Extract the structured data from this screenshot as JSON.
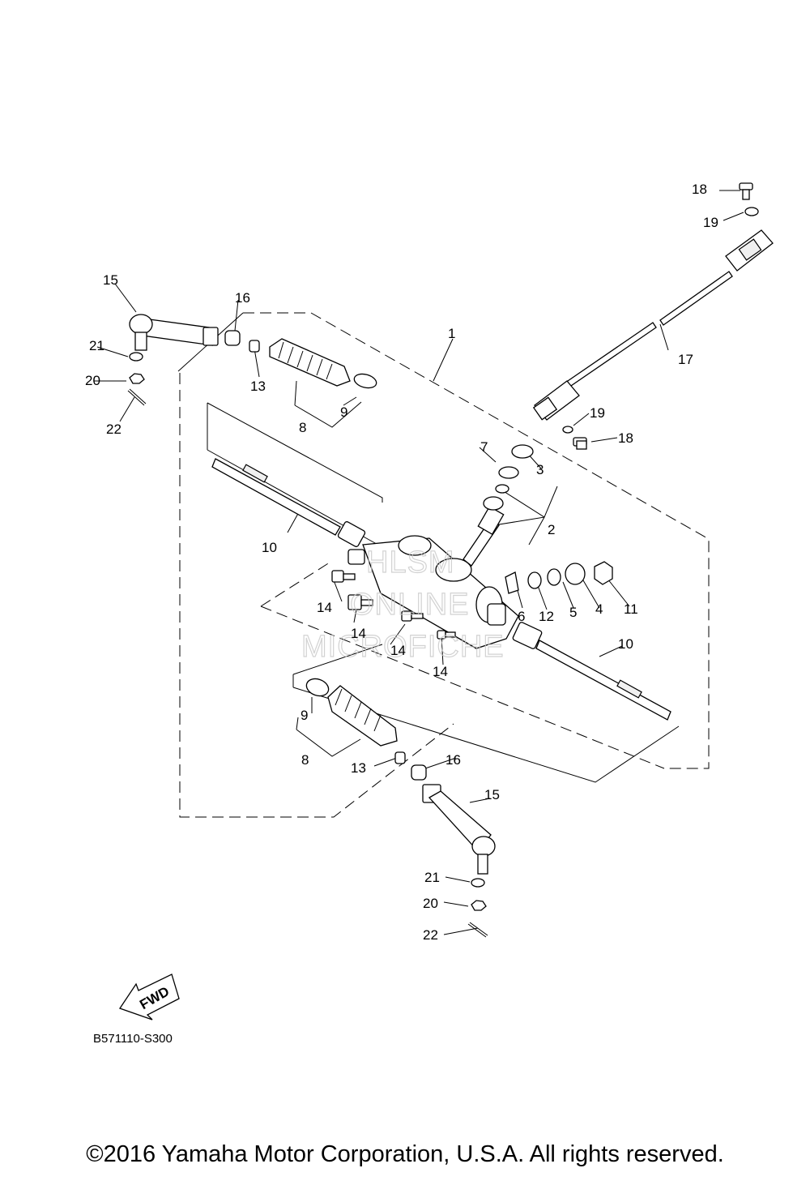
{
  "diagram": {
    "callouts": [
      {
        "id": "c1",
        "text": "1"
      },
      {
        "id": "c2",
        "text": "2"
      },
      {
        "id": "c3",
        "text": "3"
      },
      {
        "id": "c4",
        "text": "4"
      },
      {
        "id": "c5",
        "text": "5"
      },
      {
        "id": "c6",
        "text": "6"
      },
      {
        "id": "c7",
        "text": "7"
      },
      {
        "id": "c8a",
        "text": "8"
      },
      {
        "id": "c8b",
        "text": "8"
      },
      {
        "id": "c9a",
        "text": "9"
      },
      {
        "id": "c9b",
        "text": "9"
      },
      {
        "id": "c10a",
        "text": "10"
      },
      {
        "id": "c10b",
        "text": "10"
      },
      {
        "id": "c11",
        "text": "11"
      },
      {
        "id": "c12",
        "text": "12"
      },
      {
        "id": "c13a",
        "text": "13"
      },
      {
        "id": "c13b",
        "text": "13"
      },
      {
        "id": "c14a",
        "text": "14"
      },
      {
        "id": "c14b",
        "text": "14"
      },
      {
        "id": "c14c",
        "text": "14"
      },
      {
        "id": "c14d",
        "text": "14"
      },
      {
        "id": "c15a",
        "text": "15"
      },
      {
        "id": "c15b",
        "text": "15"
      },
      {
        "id": "c16a",
        "text": "16"
      },
      {
        "id": "c16b",
        "text": "16"
      },
      {
        "id": "c17",
        "text": "17"
      },
      {
        "id": "c18a",
        "text": "18"
      },
      {
        "id": "c18b",
        "text": "18"
      },
      {
        "id": "c19a",
        "text": "19"
      },
      {
        "id": "c19b",
        "text": "19"
      },
      {
        "id": "c20a",
        "text": "20"
      },
      {
        "id": "c20b",
        "text": "20"
      },
      {
        "id": "c21a",
        "text": "21"
      },
      {
        "id": "c21b",
        "text": "21"
      },
      {
        "id": "c22a",
        "text": "22"
      },
      {
        "id": "c22b",
        "text": "22"
      }
    ],
    "fwd_label": "FWD",
    "drawing_code": "B571110-S300",
    "watermark": [
      "HLSM",
      "ONLINE",
      "MICROFICHE"
    ]
  },
  "footer": {
    "copyright": "©2016 Yamaha Motor Corporation, U.S.A. All rights reserved."
  }
}
